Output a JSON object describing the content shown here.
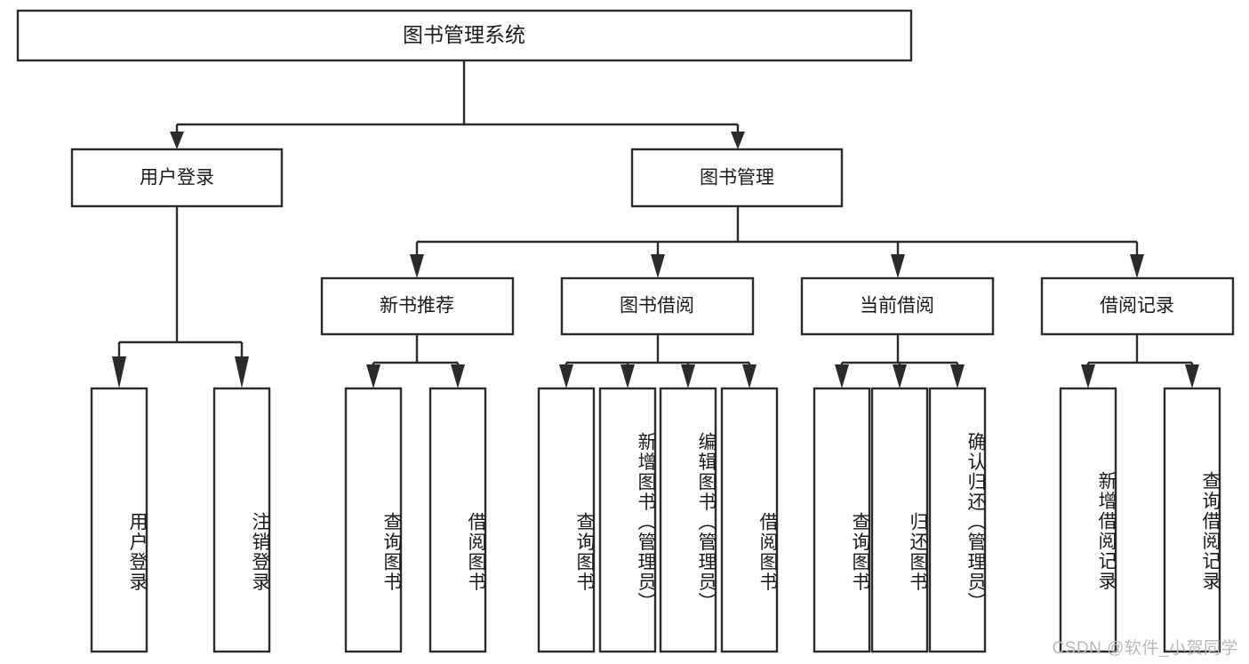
{
  "diagram": {
    "title": "图书管理系统",
    "type": "tree-hierarchy",
    "watermark": "CSDN @软件_小贺同学",
    "colors": {
      "box_stroke": "#2b2b2b",
      "box_fill": "#ffffff",
      "text": "#1a1a1a",
      "background": "#ffffff",
      "watermark": "#b9b9b9"
    },
    "root": {
      "label": "图书管理系统"
    },
    "level1": [
      {
        "id": "user-login",
        "label": "用户登录"
      },
      {
        "id": "book-manage",
        "label": "图书管理"
      }
    ],
    "level2": [
      {
        "id": "new-book-recommend",
        "label": "新书推荐",
        "parent": "book-manage"
      },
      {
        "id": "book-borrow",
        "label": "图书借阅",
        "parent": "book-manage"
      },
      {
        "id": "current-borrow",
        "label": "当前借阅",
        "parent": "book-manage"
      },
      {
        "id": "borrow-record",
        "label": "借阅记录",
        "parent": "book-manage"
      }
    ],
    "leaves": [
      {
        "id": "leaf-user-login",
        "label": "用户登录",
        "parent": "user-login"
      },
      {
        "id": "leaf-logout",
        "label": "注销登录",
        "parent": "user-login"
      },
      {
        "id": "leaf-query-book-1",
        "label": "查询图书",
        "parent": "new-book-recommend"
      },
      {
        "id": "leaf-borrow-book-1",
        "label": "借阅图书",
        "parent": "new-book-recommend"
      },
      {
        "id": "leaf-query-book-2",
        "label": "查询图书",
        "parent": "book-borrow"
      },
      {
        "id": "leaf-add-book",
        "label": "新增图书（管理员）",
        "parent": "book-borrow"
      },
      {
        "id": "leaf-edit-book",
        "label": "编辑图书（管理员）",
        "parent": "book-borrow"
      },
      {
        "id": "leaf-borrow-book-2",
        "label": "借阅图书",
        "parent": "book-borrow"
      },
      {
        "id": "leaf-query-book-3",
        "label": "查询图书",
        "parent": "current-borrow"
      },
      {
        "id": "leaf-return-book",
        "label": "归还图书",
        "parent": "current-borrow"
      },
      {
        "id": "leaf-confirm-return",
        "label": "确认归还（管理员）",
        "parent": "current-borrow"
      },
      {
        "id": "leaf-add-record",
        "label": "新增借阅记录",
        "parent": "borrow-record"
      },
      {
        "id": "leaf-query-record",
        "label": "查询借阅记录",
        "parent": "borrow-record"
      }
    ]
  }
}
